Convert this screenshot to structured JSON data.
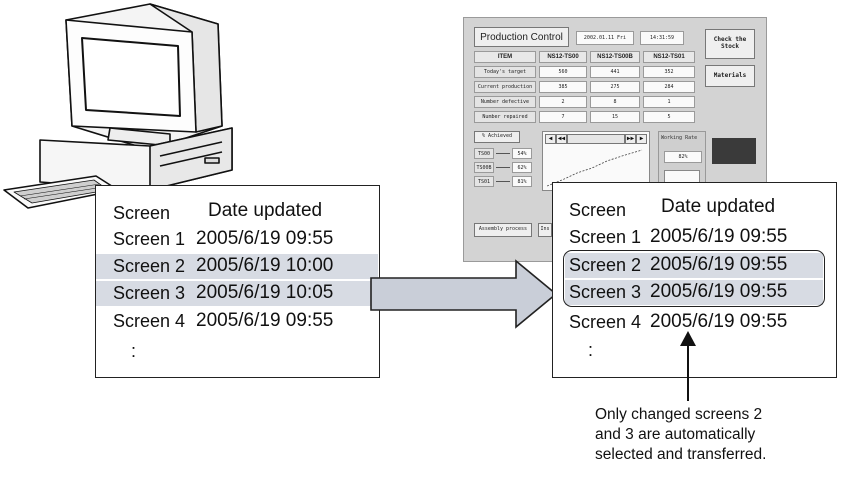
{
  "left_list": {
    "header_screen": "Screen",
    "header_date": "Date updated",
    "rows": [
      {
        "name": "Screen 1",
        "date": "2005/6/19 09:55",
        "highlighted": false
      },
      {
        "name": "Screen 2",
        "date": "2005/6/19 10:00",
        "highlighted": true
      },
      {
        "name": "Screen 3",
        "date": "2005/6/19 10:05",
        "highlighted": true
      },
      {
        "name": "Screen 4",
        "date": "2005/6/19 09:55",
        "highlighted": false
      }
    ],
    "ellipsis": ":"
  },
  "right_list": {
    "header_screen": "Screen",
    "header_date": "Date updated",
    "rows": [
      {
        "name": "Screen 1",
        "date": "2005/6/19 09:55",
        "highlighted": false
      },
      {
        "name": "Screen 2",
        "date": "2005/6/19 09:55",
        "highlighted": true
      },
      {
        "name": "Screen 3",
        "date": "2005/6/19 09:55",
        "highlighted": true
      },
      {
        "name": "Screen 4",
        "date": "2005/6/19 09:55",
        "highlighted": false
      }
    ],
    "ellipsis": ":"
  },
  "panel": {
    "title_button": "Production Control",
    "date": "2002.01.11 Fri",
    "time": "14:31:59",
    "check_stock_button": "Check the Stock",
    "materials_button": "Materials",
    "table_headers": [
      "ITEM",
      "NS12-TS00",
      "NS12-TS00B",
      "NS12-TS01"
    ],
    "table_rows": [
      {
        "label": "Today's target",
        "values": [
          "560",
          "441",
          "352"
        ]
      },
      {
        "label": "Current production",
        "values": [
          "385",
          "275",
          "284"
        ]
      },
      {
        "label": "Number defective",
        "values": [
          "2",
          "8",
          "1"
        ]
      },
      {
        "label": "Number repaired",
        "values": [
          "7",
          "15",
          "5"
        ]
      }
    ],
    "achieved_label": "% Achieved",
    "achieved_rows": [
      {
        "label": "TS00",
        "value": "54%"
      },
      {
        "label": "TS00B",
        "value": "62%"
      },
      {
        "label": "TS01",
        "value": "81%"
      }
    ],
    "working_rate_label": "Working Rate",
    "working_rate_value": "82%",
    "assembly_button": "Assembly process",
    "next_button": "Ins"
  },
  "note": {
    "line1": "Only changed screens 2",
    "line2": "and 3 are automatically",
    "line3": "selected and transferred."
  },
  "colors": {
    "highlight_row": "#d7dbe3",
    "panel_bg": "#d3d3d3",
    "arrow_fill": "#c9ced8"
  }
}
